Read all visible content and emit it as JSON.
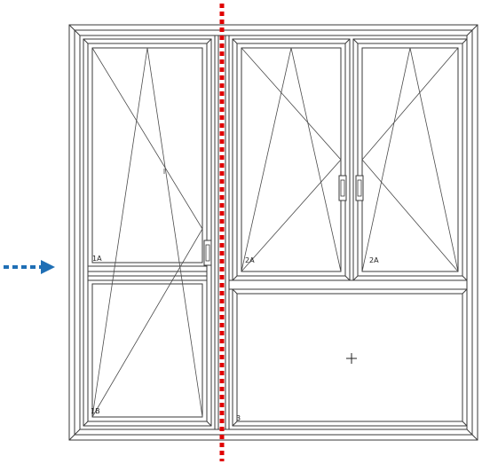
{
  "labels": {
    "sash_1a": "1A",
    "sash_1b": "1B",
    "sash_2a": "2A",
    "sash_2a_left": "2A",
    "fixed_3": "3"
  },
  "colors": {
    "frame_stroke": "#3a3a3a",
    "cut_line": "#e00000",
    "arrow": "#1f6fb5",
    "background": "#ffffff"
  },
  "icons": {
    "arrow": "arrow-right-icon",
    "handle": "handle-icon",
    "center_marker": "plus-icon"
  }
}
